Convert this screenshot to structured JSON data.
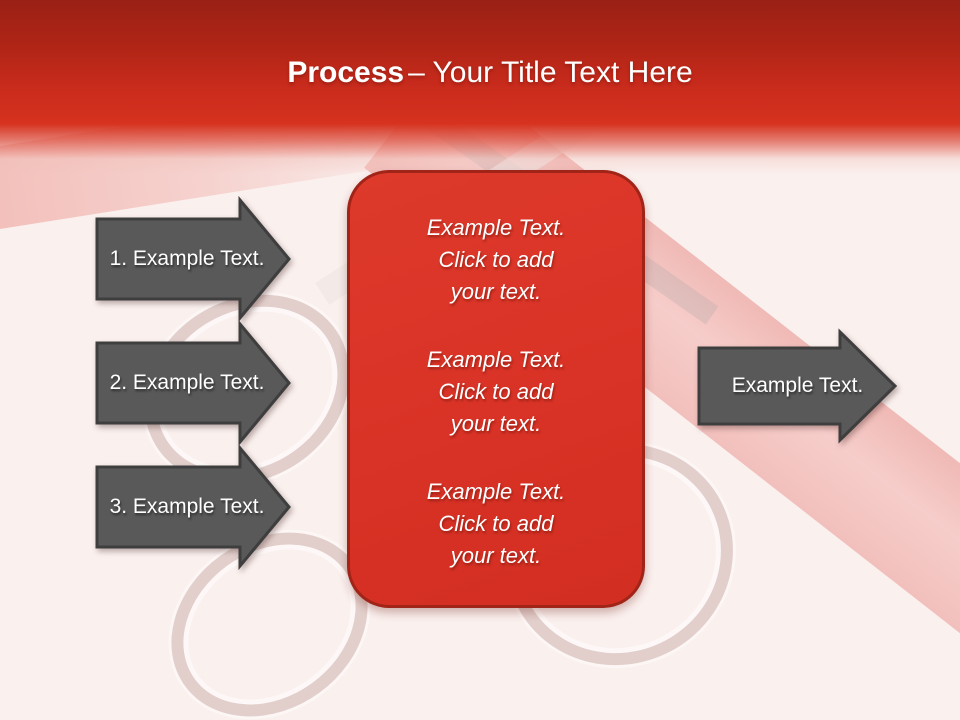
{
  "title": {
    "bold": "Process",
    "rest": "– Your Title Text Here"
  },
  "steps": [
    {
      "label": "1. Example Text."
    },
    {
      "label": "2. Example Text."
    },
    {
      "label": "3. Example Text."
    }
  ],
  "panel": {
    "paragraphs": [
      {
        "lines": [
          "Example Text.",
          "Click  to add",
          "your text."
        ]
      },
      {
        "lines": [
          "Example Text.",
          "Click  to add",
          "your text."
        ]
      },
      {
        "lines": [
          "Example Text.",
          "Click  to add",
          "your text."
        ]
      }
    ]
  },
  "result": {
    "label": "Example Text."
  },
  "colors": {
    "header_red_dark": "#9a2015",
    "header_red_bright": "#d6321f",
    "panel_red": "#d93226",
    "panel_border": "#a02418",
    "arrow_gray": "#595959",
    "arrow_outline": "#3e3e3e",
    "background": "#faf0ee",
    "ribbon_pink": "#f3c4c1",
    "text": "#ffffff"
  }
}
